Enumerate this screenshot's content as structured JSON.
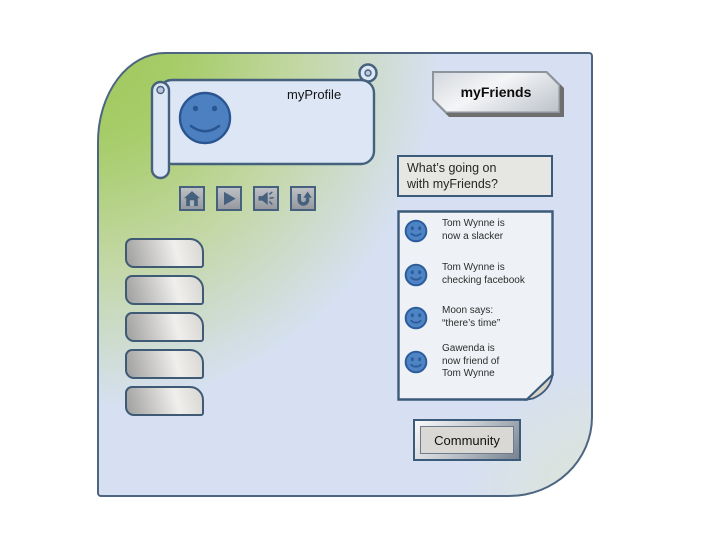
{
  "profile": {
    "label": "myProfile",
    "avatar_icon": "smiley-face-icon"
  },
  "friends": {
    "button_label": "myFriends"
  },
  "status_box": {
    "text": "What’s going on\nwith myFriends?"
  },
  "feed": {
    "items": [
      {
        "icon": "smiley-face-icon",
        "text": "Tom Wynne is\nnow a slacker"
      },
      {
        "icon": "smiley-face-icon",
        "text": "Tom Wynne is\nchecking facebook"
      },
      {
        "icon": "smiley-face-icon",
        "text": "Moon says:\n“there’s time”"
      },
      {
        "icon": "smiley-face-icon",
        "text": "Gawenda is\nnow friend of\nTom Wynne"
      }
    ]
  },
  "community": {
    "button_label": "Community"
  },
  "nav": {
    "icons": [
      "home-icon",
      "play-icon",
      "speaker-icon",
      "u-turn-icon"
    ]
  },
  "menu": {
    "placeholder_button_count": 5
  },
  "colors": {
    "canvas_green": "#9ec75a",
    "canvas_blue": "#d6e0f2",
    "outline_blue": "#44617e",
    "smiley_fill": "#4c80c1",
    "smiley_stroke": "#2a5591",
    "note_fill": "#eef1f5",
    "note_fold": "#d8d5c8",
    "button_gray": "#d8d6d2"
  }
}
